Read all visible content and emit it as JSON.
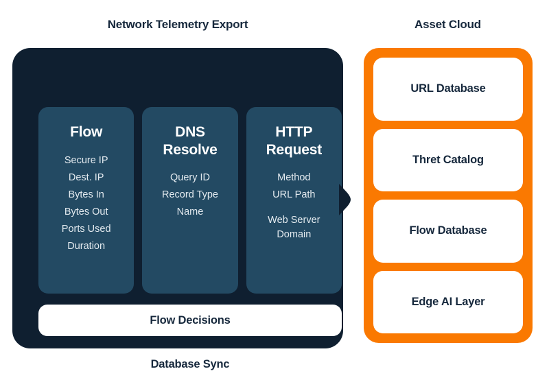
{
  "diagram": {
    "background_color": "#ffffff",
    "panels": {
      "telemetry": {
        "title": "Network Telemetry Export",
        "fill_color": "#0f1f30",
        "protocol_cards": [
          {
            "heading": "Flow",
            "fields": [
              "Secure IP",
              "Dest. IP",
              "Bytes In",
              "Bytes Out",
              "Ports Used",
              "Duration"
            ]
          },
          {
            "heading": "DNS\nResolve",
            "fields": [
              "Query ID",
              "Record Type",
              "Name"
            ]
          },
          {
            "heading": "HTTP\nRequest",
            "fields": [
              "Method",
              "URL Path",
              "Web Server\nDomain"
            ]
          }
        ],
        "action_bars": [
          {
            "label": "Flow Decisions"
          },
          {
            "label": "Database Sync"
          }
        ]
      },
      "asset_cloud": {
        "title": "Asset Cloud",
        "fill_color": "#fa7901",
        "cards": [
          {
            "label": "URL Database"
          },
          {
            "label": "Thret Catalog"
          },
          {
            "label": "Flow Database"
          },
          {
            "label": "Edge AI Layer"
          }
        ]
      }
    },
    "connector": {
      "name": "flow-arrow",
      "direction": "right",
      "color": "#0f1f30"
    },
    "colors": {
      "panel_dark": "#0f1f30",
      "card_dark": "#234a63",
      "accent_orange": "#fa7901",
      "card_white": "#ffffff",
      "text_dark": "#16283c",
      "text_light": "#e3eaef"
    }
  }
}
